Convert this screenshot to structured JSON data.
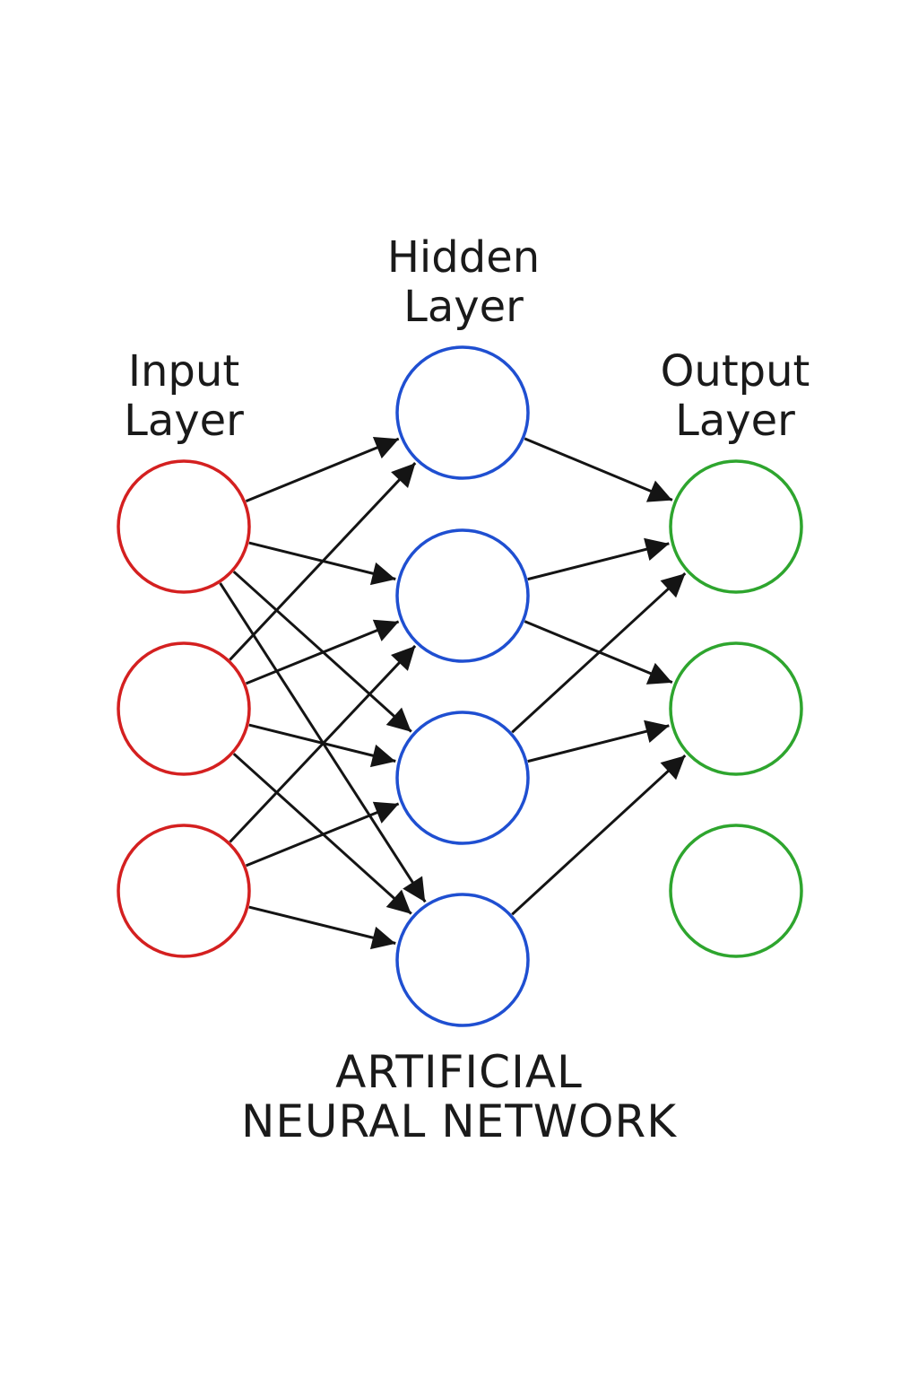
{
  "layers": {
    "input": {
      "label_line1": "Input",
      "label_line2": "Layer",
      "color": "#d42020",
      "node_count": 3
    },
    "hidden": {
      "label_line1": "Hidden",
      "label_line2": "Layer",
      "color": "#1f4fd1",
      "node_count": 4
    },
    "output": {
      "label_line1": "Output",
      "label_line2": "Layer",
      "color": "#2ea52e",
      "node_count": 3
    }
  },
  "title": {
    "line1": "ARTIFICIAL",
    "line2": "NEURAL NETWORK"
  },
  "connections": [
    {
      "from": "input.0",
      "to": "hidden.0"
    },
    {
      "from": "input.0",
      "to": "hidden.1"
    },
    {
      "from": "input.0",
      "to": "hidden.2"
    },
    {
      "from": "input.0",
      "to": "hidden.3"
    },
    {
      "from": "input.1",
      "to": "hidden.0"
    },
    {
      "from": "input.1",
      "to": "hidden.1"
    },
    {
      "from": "input.1",
      "to": "hidden.2"
    },
    {
      "from": "input.1",
      "to": "hidden.3"
    },
    {
      "from": "input.2",
      "to": "hidden.1"
    },
    {
      "from": "input.2",
      "to": "hidden.2"
    },
    {
      "from": "input.2",
      "to": "hidden.3"
    },
    {
      "from": "hidden.0",
      "to": "output.0"
    },
    {
      "from": "hidden.1",
      "to": "output.0"
    },
    {
      "from": "hidden.1",
      "to": "output.1"
    },
    {
      "from": "hidden.2",
      "to": "output.0"
    },
    {
      "from": "hidden.2",
      "to": "output.1"
    },
    {
      "from": "hidden.3",
      "to": "output.1"
    }
  ]
}
